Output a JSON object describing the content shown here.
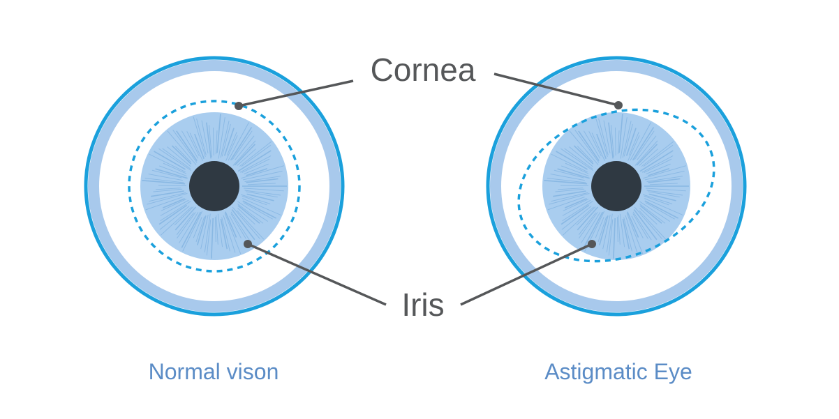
{
  "labels": {
    "cornea": "Cornea",
    "iris": "Iris"
  },
  "captions": {
    "left": "Normal vison",
    "right": "Astigmatic Eye"
  },
  "colors": {
    "outer_ring": "#1aa0dc",
    "sclera_band": "#a8c9ec",
    "iris_fill": "#a9cdef",
    "iris_fiber": "#7fb0df",
    "pupil": "#2f3942",
    "cornea_dash": "#1aa0dc",
    "leader_line": "#555759",
    "callout_text": "#555759",
    "caption_text": "#5b8cc6"
  }
}
